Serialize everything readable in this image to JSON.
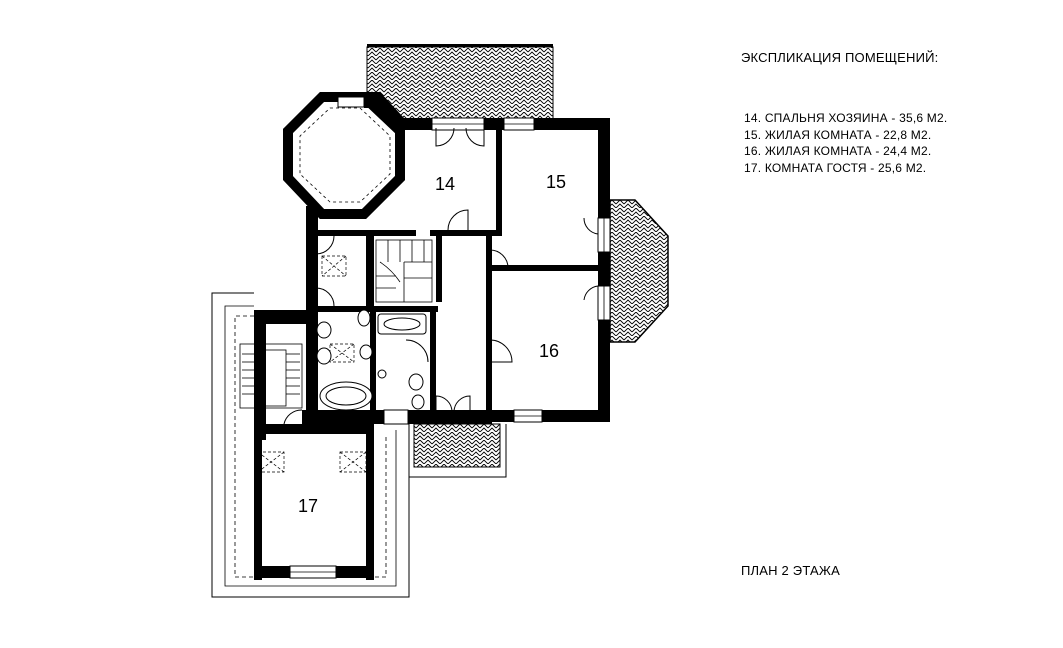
{
  "legend": {
    "title": "ЭКСПЛИКАЦИЯ ПОМЕЩЕНИЙ:",
    "items": [
      "14. СПАЛЬНЯ ХОЗЯИНА - 35,6 М2.",
      "15. ЖИЛАЯ КОМНАТА - 22,8 М2.",
      "16. ЖИЛАЯ КОМНАТА - 24,4 М2.",
      "17. КОМНАТА ГОСТЯ - 25,6 М2."
    ]
  },
  "plan_caption": "ПЛАН 2 ЭТАЖА",
  "rooms": {
    "r14": "14",
    "r15": "15",
    "r16": "16",
    "r17": "17"
  },
  "colors": {
    "wall": "#000000",
    "background": "#ffffff",
    "hatch": "#000000"
  }
}
